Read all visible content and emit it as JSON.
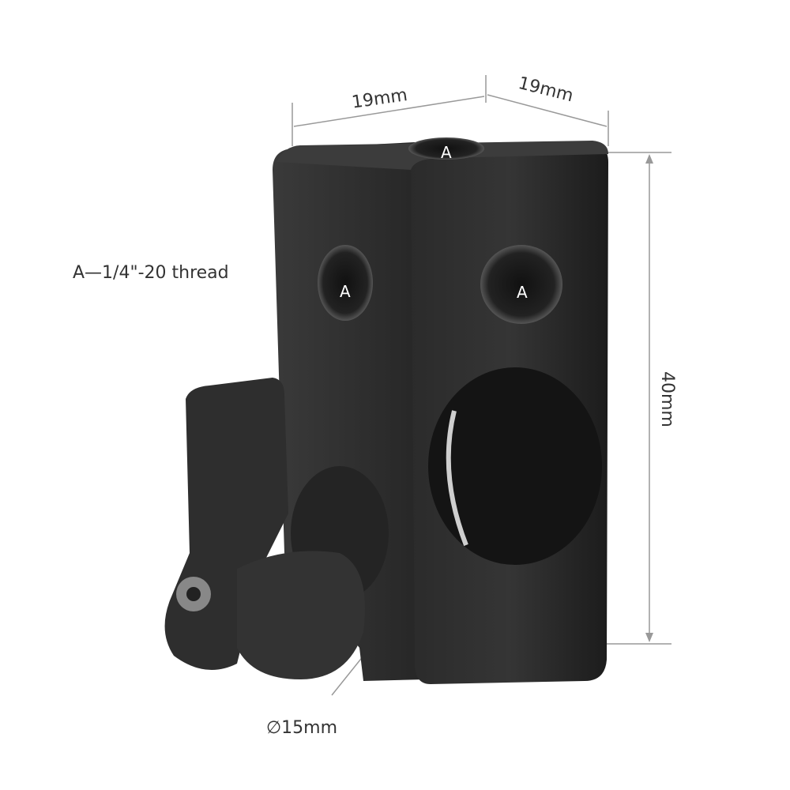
{
  "dimensions": {
    "top_width": "19mm",
    "top_depth": "19mm",
    "height": "40mm",
    "rod_diameter": "∅15mm"
  },
  "thread_legend": "A—1/4\"-20 thread",
  "hole_labels": [
    "A",
    "A",
    "A"
  ],
  "colors": {
    "body": "#2a2a2a",
    "dimension_line": "#888888",
    "text": "#333333"
  }
}
